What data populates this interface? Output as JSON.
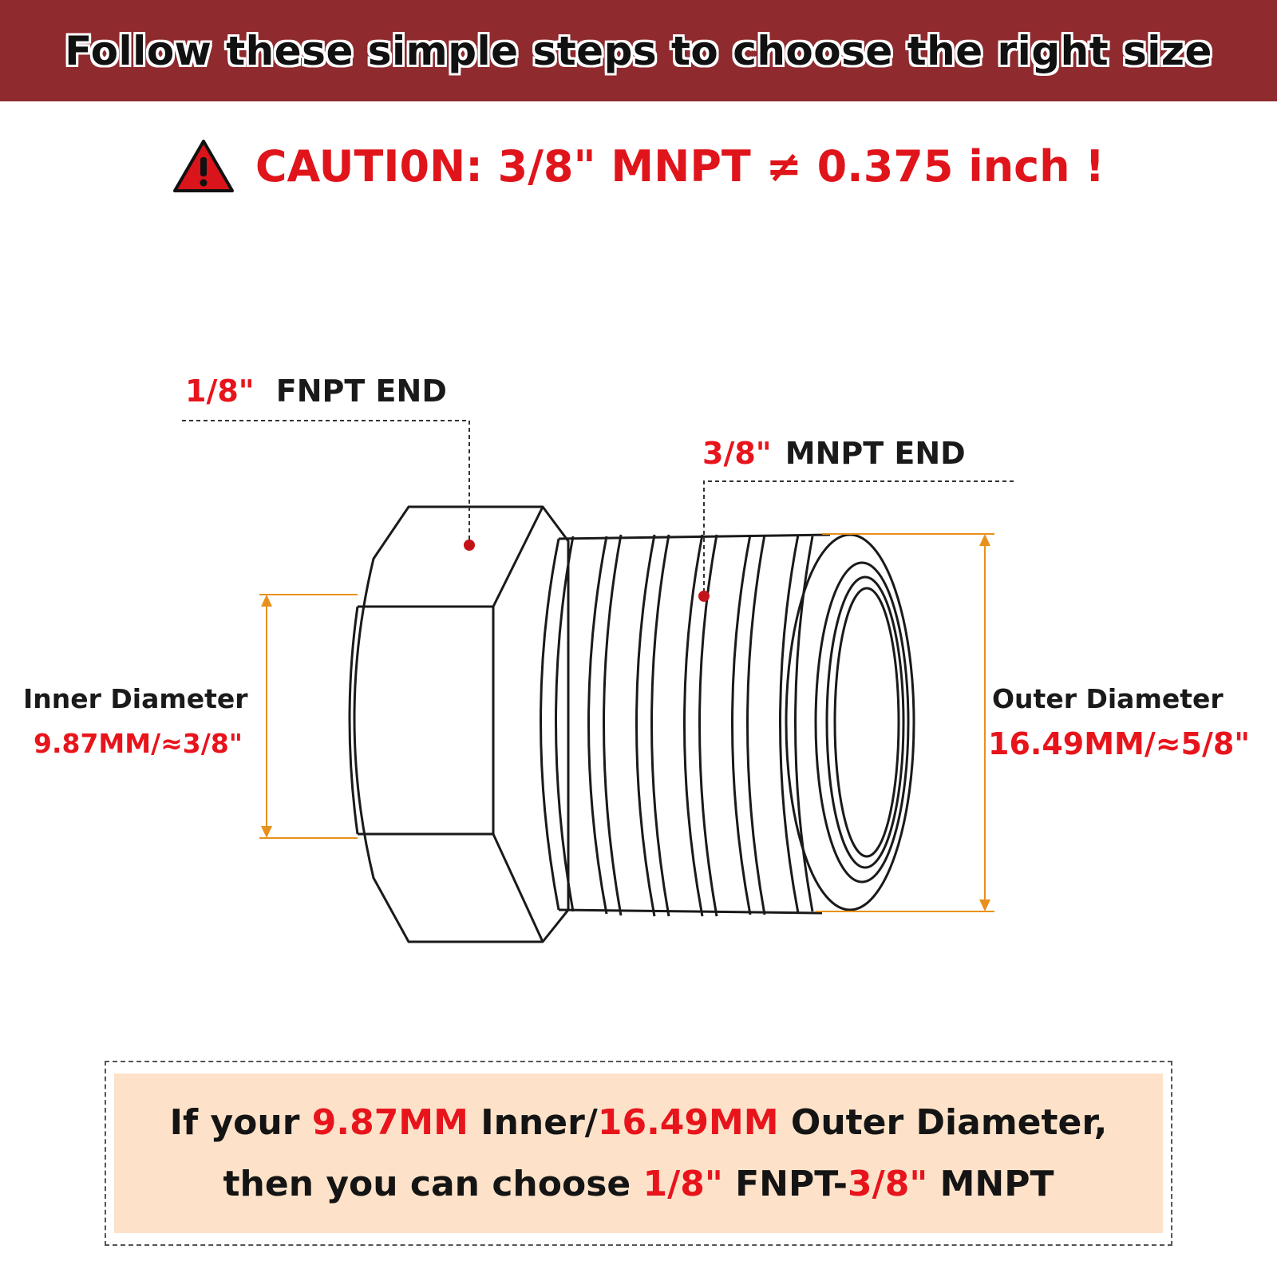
{
  "header": {
    "title": "Follow these simple steps to choose the right size"
  },
  "caution": {
    "icon": "warning-triangle-icon",
    "text": "CAUTI0N: 3/8\" MNPT ≠ 0.375 inch !"
  },
  "labels": {
    "fnpt_size": "1/8\"",
    "fnpt_end": "FNPT END",
    "mnpt_size": "3/8\"",
    "mnpt_end": "MNPT END",
    "inner_title": "Inner Diameter",
    "inner_value": "9.87MM/≈3/8\"",
    "outer_title": "Outer Diameter",
    "outer_value": "16.49MM/≈5/8\""
  },
  "note": {
    "line1": {
      "p1": "If your ",
      "v1": "9.87MM",
      "p2": " Inner/",
      "v2": "16.49MM",
      "p3": " Outer Diameter,"
    },
    "line2": {
      "p1": "then you can choose ",
      "v1": "1/8\"",
      "p2": " FNPT-",
      "v2": "3/8\"",
      "p3": " MNPT"
    }
  },
  "colors": {
    "header_bg": "#8f2a2e",
    "accent_red": "#e8141c",
    "dimension_orange": "#e8901c",
    "note_bg": "#fde2c9"
  }
}
